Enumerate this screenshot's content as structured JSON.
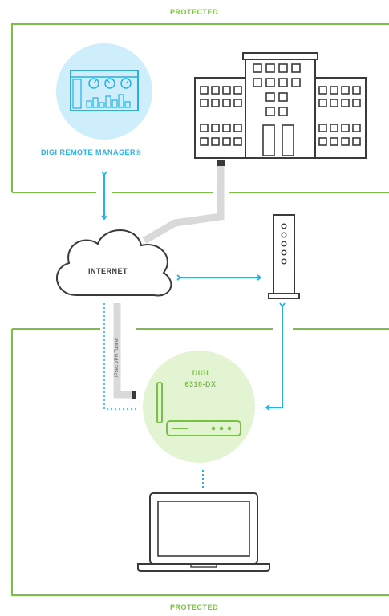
{
  "labels": {
    "protected_top": "PROTECTED",
    "protected_bottom": "PROTECTED",
    "remote_manager": "DIGI REMOTE MANAGER®",
    "internet": "INTERNET",
    "device_line1": "DIGI",
    "device_line2": "6310-DX",
    "vpn_tunnel": "IPsec VPN Tunnel"
  },
  "colors": {
    "zone_border": "#7ac143",
    "arrow": "#1fb3e8",
    "remote_manager_circle": "#cdeefa",
    "device_circle": "#e3f4d2",
    "line_dark": "#3a3a3a",
    "pipe": "#d9d9d9"
  },
  "icons": [
    "dashboard-monitor-icon",
    "office-building-icon",
    "cloud-icon",
    "modem-icon",
    "router-icon",
    "laptop-icon"
  ]
}
